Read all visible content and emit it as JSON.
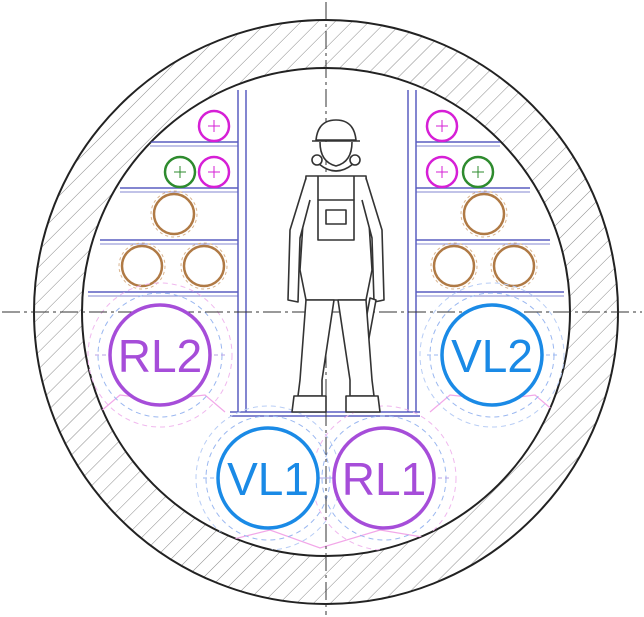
{
  "pipes": {
    "rl2": {
      "label": "RL2",
      "color": "#a64dd9"
    },
    "vl2": {
      "label": "VL2",
      "color": "#1a8ae6"
    },
    "vl1": {
      "label": "VL1",
      "color": "#1a8ae6"
    },
    "rl1": {
      "label": "RL1",
      "color": "#a64dd9"
    }
  },
  "colors": {
    "wall_stroke": "#222222",
    "hatch": "#7a7a7a",
    "centerline": "#333333",
    "rack": "#5a5fc0",
    "cable_magenta": "#d61fd6",
    "cable_green": "#2e8b2e",
    "cable_brown": "#b07a45",
    "insulation": "#f2a7e8",
    "worker": "#333333"
  },
  "icons": {
    "worker": "maintenance-worker-with-hard-hat-and-wrench",
    "cable": "cable-cross-section"
  }
}
